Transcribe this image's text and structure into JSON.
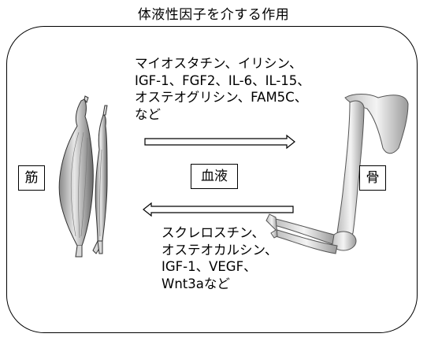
{
  "title": "体液性因子を介する作用",
  "labels": {
    "muscle": "筋",
    "blood": "血液",
    "bone": "骨"
  },
  "top_factors": [
    "マイオスタチン、イリシン、",
    "IGF-1、FGF2、IL-6、IL-15、",
    "オステオグリシン、FAM5C、",
    "など"
  ],
  "bottom_factors": [
    "スクレロスチン、",
    "オステオカルシン、",
    "IGF-1、VEGF、",
    "Wnt3aなど"
  ],
  "colors": {
    "line": "#000000",
    "bone_fill": "#e6e6e6",
    "muscle_fill": "#c8c8c8"
  },
  "icons": [
    "muscle-illustration",
    "bone-illustration",
    "right-arrow",
    "left-arrow"
  ]
}
